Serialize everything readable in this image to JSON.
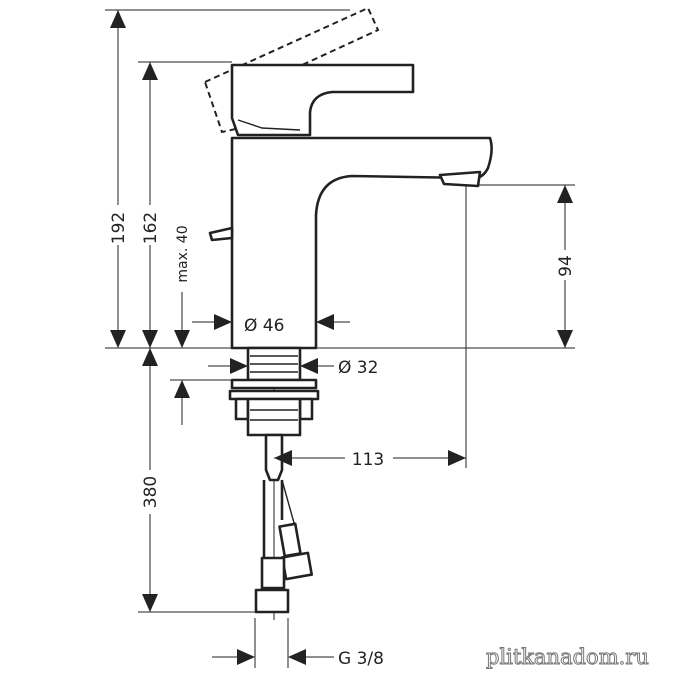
{
  "dimensions": {
    "total_height": "192",
    "spout_height_lever": "162",
    "max_deck": "max. 40",
    "spout_outlet_height": "94",
    "body_diameter": "Ø 46",
    "thread_diameter": "Ø 32",
    "projection": "113",
    "hose_length": "380",
    "connection": "G 3/8"
  },
  "watermark": "plitkanadom.ru"
}
